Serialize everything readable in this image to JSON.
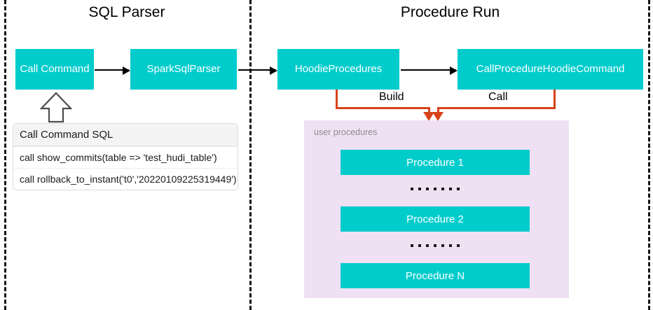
{
  "diagram": {
    "sections": [
      {
        "title": "SQL Parser"
      },
      {
        "title": "Procedure Run"
      }
    ],
    "colors": {
      "box_teal": "#00CCCC",
      "panel_lavender": "#EFE1F3",
      "connector_orange": "#D8431A",
      "arrow_black": "#000000",
      "divider_black": "#111111",
      "table_header_gray": "#F4F4F4",
      "panel_label_gray": "#8D8D8D"
    },
    "nodes": {
      "call_command": "Call Command",
      "spark_sql_parser": "SparkSqlParser",
      "hoodie_procedures": "HoodieProcedures",
      "call_procedure_hoodie_command": "CallProcedureHoodieCommand"
    },
    "edge_labels": {
      "build": "Build",
      "call": "Call"
    },
    "sql_table": {
      "header": "Call Command SQL",
      "rows": [
        "call show_commits(table => 'test_hudi_table')",
        "call rollback_to_instant('t0','20220109225319449')"
      ]
    },
    "user_procedures_panel": {
      "label": "user procedures",
      "procedures": [
        "Procedure 1",
        "Procedure 2",
        "Procedure N"
      ],
      "separator": "......."
    },
    "icons": {
      "up_block_arrow": "up-block-arrow-icon",
      "right_arrow": "right-arrow-icon",
      "down_arrow": "down-arrow-icon"
    }
  }
}
